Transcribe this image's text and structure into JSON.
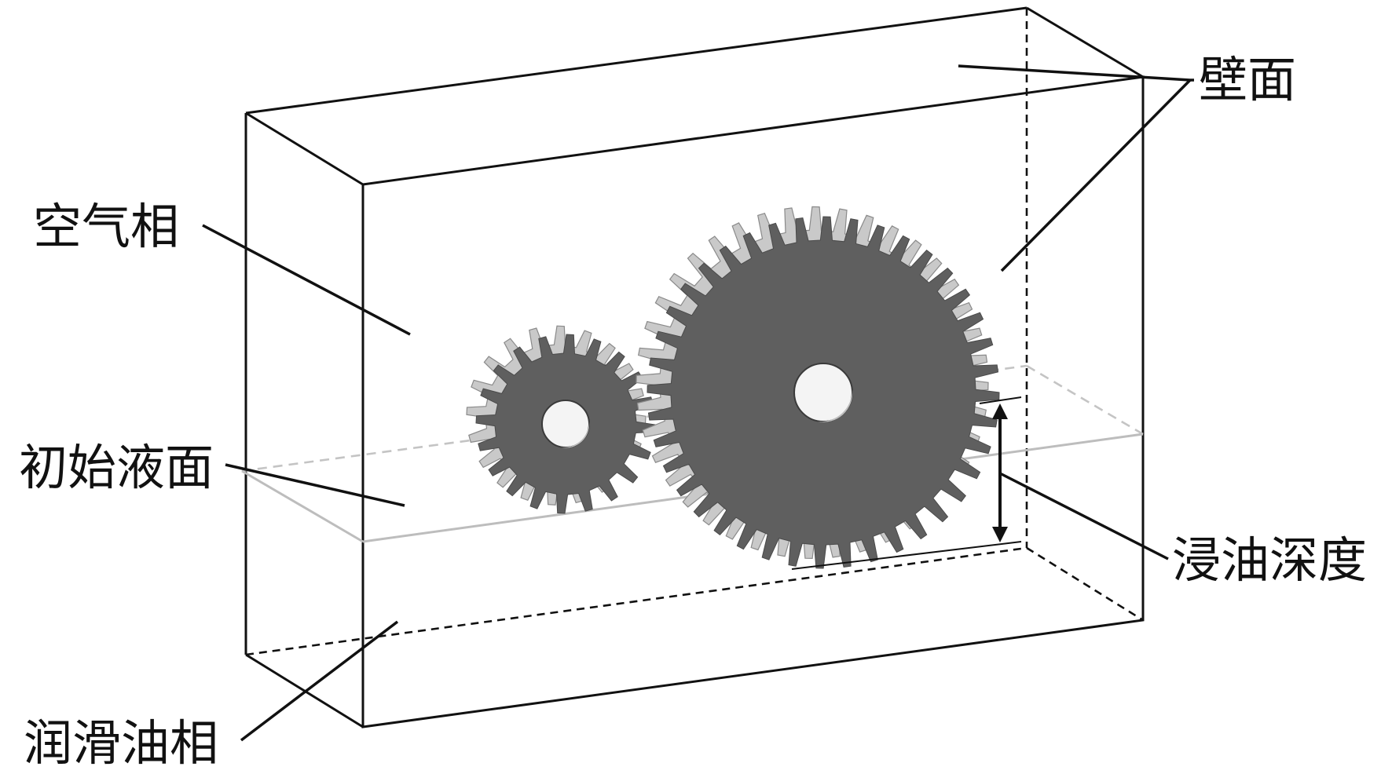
{
  "labels": {
    "air_phase": "空气相",
    "initial_liquid_surface": "初始液面",
    "lubricating_oil_phase": "润滑油相",
    "wall": "壁面",
    "immersion_depth": "浸油深度"
  },
  "colors": {
    "gear_body": "#5f5f5f",
    "gear_tooth_flank": "#c9c9c9",
    "box_edge": "#111111",
    "liquid_surface": "#bdbdbd"
  },
  "gears": {
    "pinion_teeth": 20,
    "wheel_teeth": 40
  }
}
